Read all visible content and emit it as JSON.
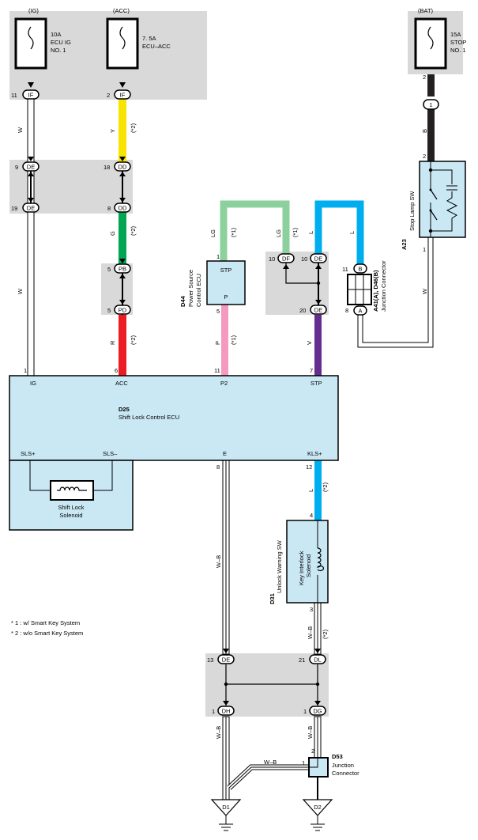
{
  "fuses": {
    "ig": {
      "source": "(IG)",
      "rating": "10A",
      "name1": "ECU IG",
      "name2": "NO. 1",
      "pin": "11",
      "conn": "IF"
    },
    "acc": {
      "source": "(ACC)",
      "rating": "7. 5A",
      "name1": "ECU–ACC",
      "pin": "2",
      "conn": "IF"
    },
    "bat": {
      "source": "(BAT)",
      "rating": "15A",
      "name1": "STOP",
      "name2": "NO. 1",
      "pin": "2"
    }
  },
  "wires": {
    "w": "W",
    "y": "Y",
    "g": "G",
    "r": "R",
    "b": "B",
    "lg": "LG",
    "l": "L",
    "p": "P",
    "v": "V",
    "wb": "W–B",
    "n1": "(*1)",
    "n2": "(*2)"
  },
  "connectors": {
    "de": "DE",
    "dd": "DD",
    "pb": "PB",
    "pd": "PD",
    "df": "DF",
    "dl": "DL",
    "dh": "DH",
    "dg": "DG",
    "a": "A",
    "b": "B",
    "one": "1"
  },
  "pins": {
    "ig_de_top": "9",
    "ig_de_bot": "19",
    "acc_dd_top": "18",
    "acc_dd_bot": "8",
    "acc_pb": "5",
    "acc_pd": "5",
    "stp_p1": "1",
    "stp_p5": "5",
    "df": "10",
    "de_top": "10",
    "de_bot": "20",
    "jb": "11",
    "ja": "8",
    "sw2": "2",
    "sw1": "1",
    "ecu_ig": "1",
    "ecu_acc": "6",
    "ecu_p2": "11",
    "ecu_stp": "7",
    "ecu_e": "8",
    "ecu_kls": "12",
    "kis4": "4",
    "kis3": "3",
    "de13": "13",
    "dl21": "21",
    "dh1": "1",
    "dg1": "1",
    "d53_2": "2",
    "d53_1": "1"
  },
  "components": {
    "d44": {
      "code": "D44",
      "name1": "Power Source",
      "name2": "Control ECU",
      "stp": "STP",
      "p": "P"
    },
    "a23": {
      "code": "A23",
      "name": "Stop Lamp SW"
    },
    "jc": {
      "code": "A41(A), D46(B)",
      "name": "Junction Connector"
    },
    "d25": {
      "code": "D25",
      "name": "Shift Lock Control ECU",
      "ig": "IG",
      "acc": "ACC",
      "p2": "P2",
      "stp": "STP",
      "sls_p": "SLS+",
      "sls_m": "SLS–",
      "e": "E",
      "kls": "KLS+"
    },
    "solenoid": {
      "name1": "Shift Lock",
      "name2": "Solenoid"
    },
    "d31": {
      "code": "D31",
      "name": "Unlock Warning SW",
      "inner1": "Key Interlock",
      "inner2": "Solenoid"
    },
    "d53": {
      "code": "D53",
      "name1": "Junction",
      "name2": "Connector"
    },
    "grounds": {
      "d1": "D1",
      "d2": "D2"
    }
  },
  "notes": {
    "n1": "* 1 : w/ Smart Key System",
    "n2": "* 2 : w/o Smart Key System"
  },
  "colors": {
    "yellow": "#f7e400",
    "green": "#00a651",
    "red": "#ed1c24",
    "black": "#231f20",
    "lightgreen": "#8cd19d",
    "blue": "#00aeef",
    "pink": "#f49ac1",
    "violet": "#662d91",
    "ecu_fill": "#c9e8f4",
    "gray_box": "#d9d9d9"
  }
}
